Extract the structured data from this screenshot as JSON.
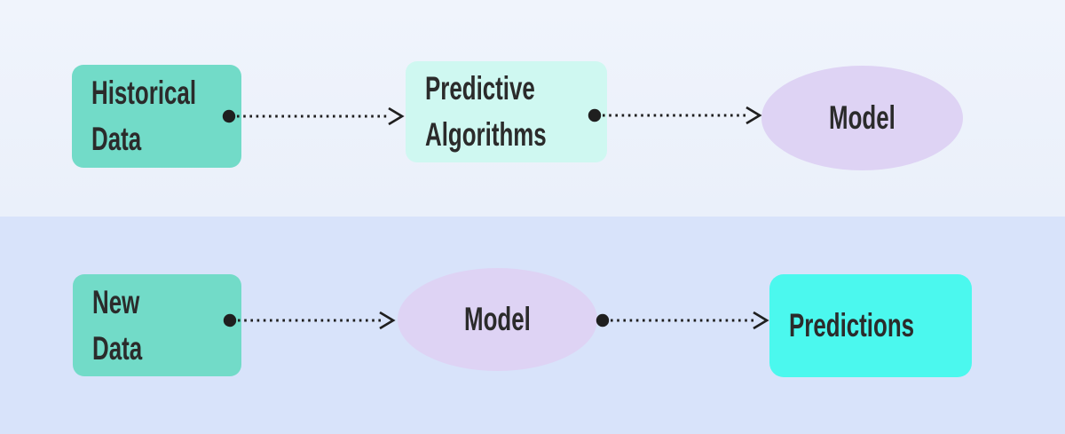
{
  "colors": {
    "background_top": "#eaf0fa",
    "background_bottom": "#d8e3fa",
    "teal_box": "#72dbc8",
    "mint_box": "#cff8f1",
    "cyan_box": "#4bf8ee",
    "lavender_ellipse": "#ded3f4",
    "text": "#2b2b2b",
    "arrow": "#1f1f1f"
  },
  "connector_style": "dotted line with start dot and open chevron arrowhead",
  "flow_top": {
    "nodes": [
      {
        "label": "Historical\nData",
        "shape": "rounded-rect"
      },
      {
        "label": "Predictive\nAlgorithms",
        "shape": "rounded-rect"
      },
      {
        "label": "Model",
        "shape": "ellipse"
      }
    ]
  },
  "flow_bottom": {
    "nodes": [
      {
        "label": "New\nData",
        "shape": "rounded-rect"
      },
      {
        "label": "Model",
        "shape": "ellipse"
      },
      {
        "label": "Predictions",
        "shape": "rounded-rect"
      }
    ]
  }
}
